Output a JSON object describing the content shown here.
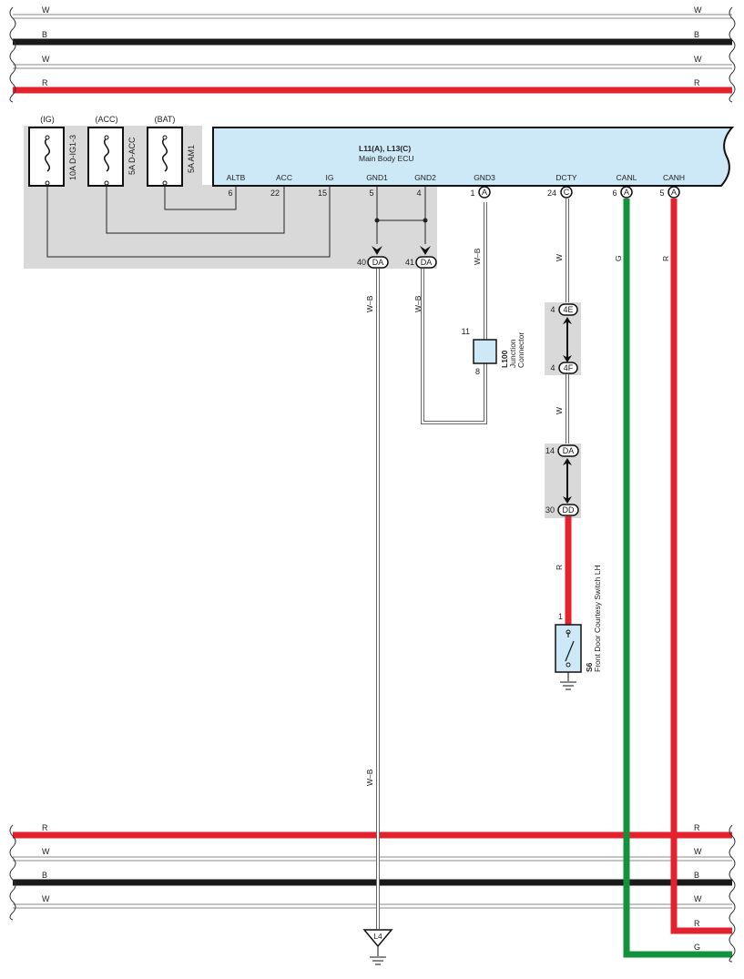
{
  "buses": {
    "top": [
      {
        "label_left": "W",
        "label_right": "W",
        "color": "#ffffff"
      },
      {
        "label_left": "B",
        "label_right": "B",
        "color": "#1a1a1a"
      },
      {
        "label_left": "W",
        "label_right": "W",
        "color": "#ffffff"
      },
      {
        "label_left": "R",
        "label_right": "R",
        "color": "#e3222d"
      }
    ],
    "bottom": [
      {
        "label_left": "R",
        "label_right": "R",
        "color": "#e3222d"
      },
      {
        "label_left": "W",
        "label_right": "W",
        "color": "#ffffff"
      },
      {
        "label_left": "B",
        "label_right": "B",
        "color": "#1a1a1a"
      },
      {
        "label_left": "W",
        "label_right": "W",
        "color": "#ffffff"
      }
    ],
    "branch_canh": "R",
    "branch_canl": "G"
  },
  "fuses": [
    {
      "header": "(IG)",
      "name": "10A D-IG1-3"
    },
    {
      "header": "(ACC)",
      "name": "5A D-ACC"
    },
    {
      "header": "(BAT)",
      "name": "5A AM1"
    }
  ],
  "ecu": {
    "code": "L11(A), L13(C)",
    "name": "Main Body ECU",
    "pins": [
      {
        "label": "ALTB",
        "num": "6"
      },
      {
        "label": "ACC",
        "num": "22"
      },
      {
        "label": "IG",
        "num": "15"
      },
      {
        "label": "GND1",
        "num": "5"
      },
      {
        "label": "GND2",
        "num": "4"
      },
      {
        "label": "GND3",
        "num": "1",
        "conn": "A"
      },
      {
        "label": "DCTY",
        "num": "24",
        "conn": "C"
      },
      {
        "label": "CANL",
        "num": "6",
        "conn": "A"
      },
      {
        "label": "CANH",
        "num": "5",
        "conn": "A"
      }
    ]
  },
  "connectors": {
    "da40": {
      "num": "40",
      "id": "DA"
    },
    "da41": {
      "num": "41",
      "id": "DA"
    },
    "c4e": {
      "num": "4",
      "id": "4E"
    },
    "c4f": {
      "num": "4",
      "id": "4F"
    },
    "da14": {
      "num": "14",
      "id": "DA"
    },
    "dd30": {
      "num": "30",
      "id": "DD"
    }
  },
  "wires": {
    "wb_gnd1": "W–B",
    "wb_gnd2": "W–B",
    "wb_gnd3": "W–B",
    "wb_lower": "W–B",
    "dcty_upper": "W",
    "dcty_mid": "W",
    "dcty_lower": "R",
    "canl": "G",
    "canh": "R"
  },
  "junction": {
    "code": "L100",
    "name1": "Junction",
    "name2": "Connector",
    "pin_top": "11",
    "pin_bottom": "8"
  },
  "switch": {
    "code": "S6",
    "name": "Front Door Courtesy Switch LH",
    "pin": "1"
  },
  "ground_point": "L4"
}
